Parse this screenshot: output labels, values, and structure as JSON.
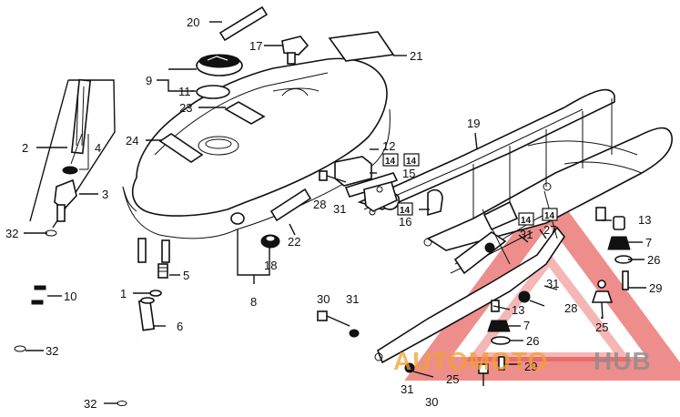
{
  "callouts": {
    "c1": "1",
    "c2": "2",
    "c3": "3",
    "c4": "4",
    "c5": "5",
    "c6": "6",
    "c7a": "7",
    "c7b": "7",
    "c8": "8",
    "c9": "9",
    "c10": "10",
    "c11": "11",
    "c12": "12",
    "c13a": "13",
    "c13b": "13",
    "c15": "15",
    "c16": "16",
    "c17": "17",
    "c18": "18",
    "c19": "19",
    "c20": "20",
    "c21": "21",
    "c22": "22",
    "c23": "23",
    "c24": "24",
    "c25a": "25",
    "c25b": "25",
    "c26a": "26",
    "c26b": "26",
    "c27": "27",
    "c28a": "28",
    "c28b": "28",
    "c29a": "29",
    "c29b": "29",
    "c30a": "30",
    "c30b": "30",
    "c31a": "31",
    "c31b": "31",
    "c31c": "31",
    "c31d": "31",
    "c31e": "31",
    "c32a": "32",
    "c32b": "32",
    "c32c": "32"
  },
  "boxed_callouts": {
    "b14a": "14",
    "b14b": "14",
    "b14c": "14",
    "b14d": "14",
    "b14e": "14"
  },
  "watermark": {
    "text_orange": "AUTOMOTO",
    "text_grey": "HUB",
    "color_red": "#e0322d",
    "color_orange": "#f0a030",
    "color_grey": "#8c8c8c"
  }
}
